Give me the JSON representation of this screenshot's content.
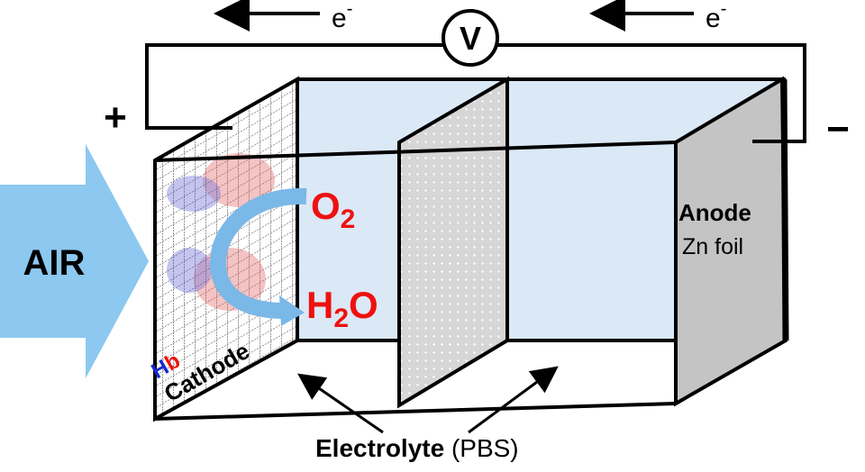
{
  "diagram": {
    "air_label": "AIR",
    "plus_label": "+",
    "minus_label": "−",
    "voltmeter_label": "V",
    "electron_left": {
      "base": "e",
      "sup": "-"
    },
    "electron_right": {
      "base": "e",
      "sup": "-"
    },
    "o2": {
      "base": "O",
      "sub": "2"
    },
    "h2o": {
      "pre": "H",
      "sub": "2",
      "post": "O"
    },
    "hb_label": {
      "h": "H",
      "b": "b"
    },
    "cathode_label": "Cathode",
    "anode_label": "Anode",
    "anode_material": "Zn foil",
    "electrolyte_label": "Electrolyte",
    "electrolyte_detail": "(PBS)",
    "colors": {
      "electrolyte": "#dbe8f5",
      "air_arrow": "#8cc8f0",
      "reaction": "#ee1111",
      "hb_blue": "#1a2ad0",
      "anode": "#c4c4c4",
      "separator": "#d6d6d6"
    }
  }
}
